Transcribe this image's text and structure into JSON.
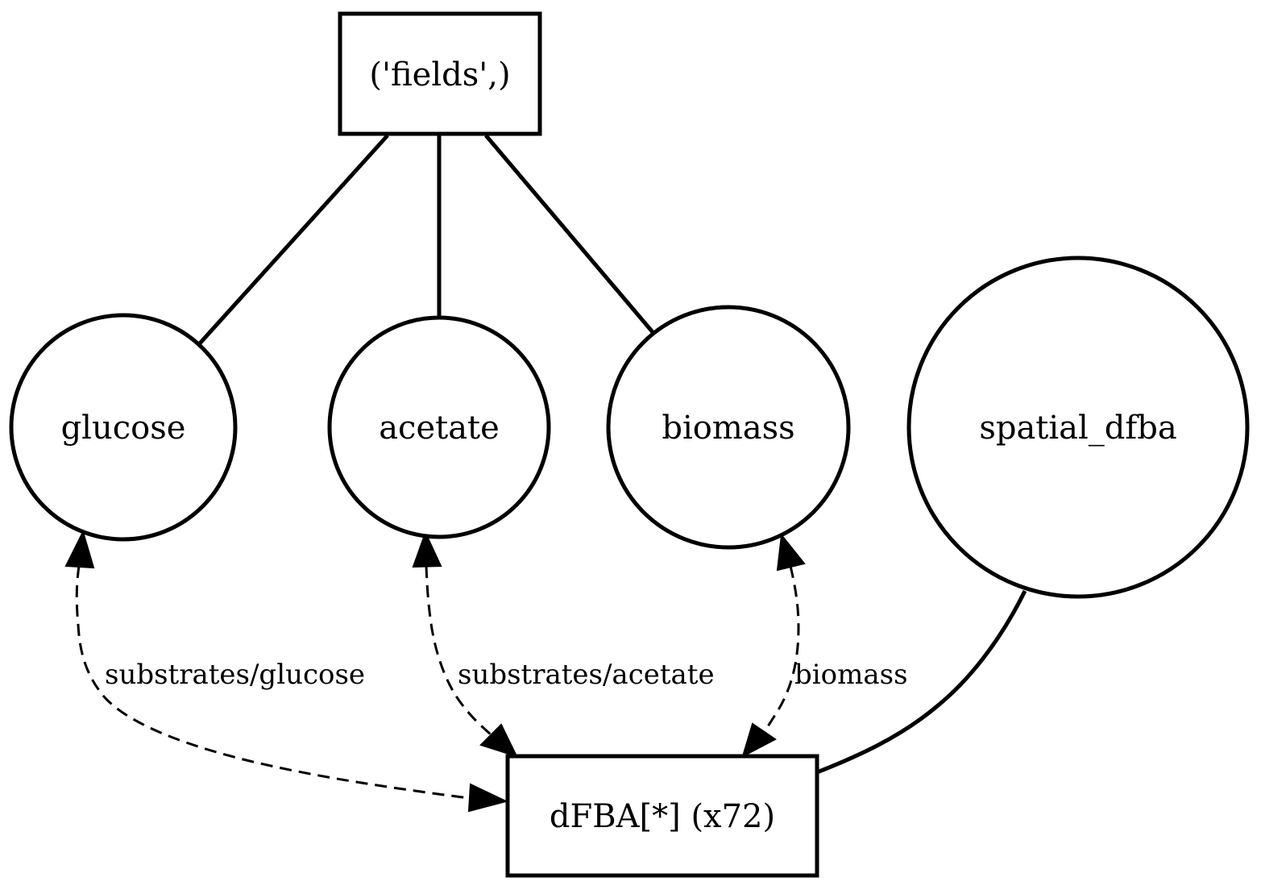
{
  "nodes": {
    "fields": {
      "label": "('fields',)",
      "shape": "box"
    },
    "glucose": {
      "label": "glucose",
      "shape": "circle"
    },
    "acetate": {
      "label": "acetate",
      "shape": "circle"
    },
    "biomass": {
      "label": "biomass",
      "shape": "circle"
    },
    "spatial_dfba": {
      "label": "spatial_dfba",
      "shape": "circle"
    },
    "dfba": {
      "label": "dFBA[*] (x72)",
      "shape": "box"
    }
  },
  "edges": {
    "fields_glucose": {
      "from": "('fields',)",
      "to": "glucose",
      "style": "solid"
    },
    "fields_acetate": {
      "from": "('fields',)",
      "to": "acetate",
      "style": "solid"
    },
    "fields_biomass": {
      "from": "('fields',)",
      "to": "biomass",
      "style": "solid"
    },
    "spatial_dfba_dfba": {
      "from": "spatial_dfba",
      "to": "dFBA[*] (x72)",
      "style": "solid"
    },
    "glucose_dfba": {
      "from": "glucose",
      "to": "dFBA[*] (x72)",
      "style": "dashed",
      "direction": "both",
      "label": "substrates/glucose"
    },
    "acetate_dfba": {
      "from": "acetate",
      "to": "dFBA[*] (x72)",
      "style": "dashed",
      "direction": "both",
      "label": "substrates/acetate"
    },
    "biomass_dfba": {
      "from": "biomass",
      "to": "dFBA[*] (x72)",
      "style": "dashed",
      "direction": "both",
      "label": "biomass"
    }
  },
  "colors": {
    "stroke": "#000000",
    "background": "#ffffff"
  }
}
